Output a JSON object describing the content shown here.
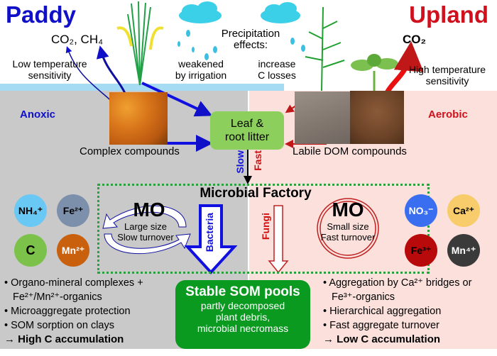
{
  "titles": {
    "paddy": "Paddy",
    "upland": "Upland"
  },
  "paddy": {
    "gases": "CO₂, CH₄",
    "temperature_note": [
      "Low temperature",
      "sensitivity"
    ],
    "zone": "Anoxic",
    "compounds": "Complex compounds",
    "ions": [
      {
        "label": "NH₄⁺",
        "color": "#6ac8f4",
        "text_color": "#000000"
      },
      {
        "label": "Fe²⁺",
        "color": "#7c90ac",
        "text_color": "#000000"
      },
      {
        "label": "C",
        "color": "#7cc24a",
        "text_color": "#000000"
      },
      {
        "label": "Mn²⁺",
        "color": "#c8600e",
        "text_color": "#ffffff"
      }
    ],
    "mo": {
      "title": "MO",
      "lines": [
        "Large size",
        "Slow turnover"
      ]
    },
    "pathway": "Bacteria",
    "bullets": [
      "Organo-mineral complexes + Fe²⁺/Mn²⁺-organics",
      "Microaggregate protection",
      "SOM sorption on clays"
    ],
    "conclusion": "→ High C accumulation"
  },
  "upland": {
    "gases": "CO₂",
    "temperature_note": [
      "High temperature",
      "sensitivity"
    ],
    "zone": "Aerobic",
    "compounds": "Labile DOM compounds",
    "ions": [
      {
        "label": "NO₃⁻",
        "color": "#3a6ef0",
        "text_color": "#ffffff"
      },
      {
        "label": "Ca²⁺",
        "color": "#f8cc6a",
        "text_color": "#000000"
      },
      {
        "label": "Fe³⁺",
        "color": "#b80a0a",
        "text_color": "#000000"
      },
      {
        "label": "Mn⁴⁺",
        "color": "#3a3a3a",
        "text_color": "#ffffff"
      }
    ],
    "mo": {
      "title": "MO",
      "lines": [
        "Small size",
        "Fast turnover"
      ]
    },
    "pathway": "Fungi",
    "bullets": [
      "Aggregation by Ca²⁺ bridges or Fe³⁺-organics",
      "Hierarchical aggregation",
      "Fast aggregate turnover"
    ],
    "conclusion": "→ Low C accumulation"
  },
  "precipitation": {
    "title": [
      "Precipitation",
      "effects:"
    ],
    "paddy_effect": [
      "weakened",
      "by irrigation"
    ],
    "upland_effect": [
      "increase",
      "C losses"
    ]
  },
  "litter": {
    "lines": [
      "Leaf &",
      "root litter"
    ]
  },
  "rates": {
    "slow": "Slow",
    "fast": "Fast"
  },
  "factory": {
    "title": "Microbial Factory"
  },
  "som": {
    "title": "Stable SOM pools",
    "lines": [
      "partly decomposed",
      "plant debris,",
      "microbial necromass"
    ]
  },
  "colors": {
    "paddy": "#1010c8",
    "upland": "#d0101c",
    "litter_box": "#8ccf5c",
    "som_box": "#0a9a20",
    "factory_border": "#2ca040"
  }
}
